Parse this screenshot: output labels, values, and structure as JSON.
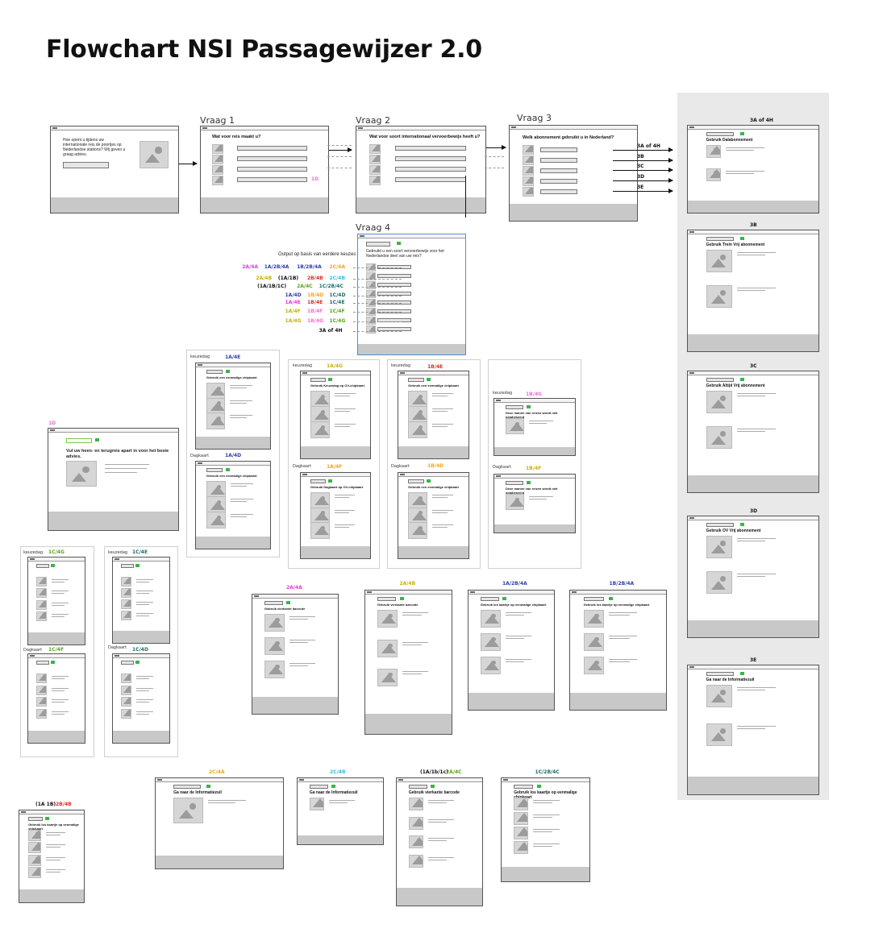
{
  "title": "Flowchart NSI Passagewijzer 2.0",
  "colors": {
    "magenta": "#e63bd8",
    "blue": "#2f3da8",
    "orange": "#f0a61a",
    "red": "#d93025",
    "green": "#5aa51b",
    "teal": "#1a6f6a",
    "cyan": "#35c1e0",
    "pink": "#f26ed6",
    "yellow": "#c9b10a",
    "black": "#111111",
    "panel": "#e9e9e9",
    "accent_green": "#39b54a"
  },
  "questions": {
    "v1": "Vraag 1",
    "v2": "Vraag 2",
    "v3": "Vraag 3",
    "v4": "Vraag 4"
  },
  "start_screen": {
    "heading": "Hoe opent u tijdens uw internationale reis de poortjes op Nederlandse stations? Wij geven u graag advies."
  },
  "vraag1": {
    "heading": "Wat voor reis maakt u?",
    "marker": "1D"
  },
  "vraag2": {
    "heading": "Wat voor soort internationaal vervoerbewijs heeft u?"
  },
  "vraag3": {
    "heading": "Welk abonnement gebruikt u in Nederland?"
  },
  "vraag3_outputs": [
    "3A of 4H",
    "3B",
    "3C",
    "3D",
    "3E"
  ],
  "vraag4": {
    "heading": "Gebruikt u een soort vervoerbewijs voor het Nederlandse deel van uw reis?",
    "outputs_title": "Output op basis van eerdere keuzes"
  },
  "vraag4_rows": [
    [
      {
        "t": "2A/4A",
        "c": "magenta"
      },
      {
        "t": "1A/2B/4A",
        "c": "blue"
      },
      {
        "t": "1B/2B/4A",
        "c": "blue"
      },
      {
        "t": "2C/4A",
        "c": "orange"
      }
    ],
    [
      {
        "t": "2A/4B",
        "c": "yellow"
      },
      {
        "t": "(1A/1B)",
        "c": "black"
      },
      {
        "t": "2B/4B",
        "c": "red"
      },
      {
        "t": "2C/4B",
        "c": "cyan"
      }
    ],
    [
      {
        "t": "(1A/1B/1C)",
        "c": "black"
      },
      {
        "t": "2A/4C",
        "c": "green"
      },
      {
        "t": "1C/2B/4C",
        "c": "teal"
      }
    ],
    [
      {
        "t": "1A/4D",
        "c": "blue"
      },
      {
        "t": "1B/4D",
        "c": "orange"
      },
      {
        "t": "1C/4D",
        "c": "teal"
      }
    ],
    [
      {
        "t": "1A/4E",
        "c": "magenta"
      },
      {
        "t": "1B/4E",
        "c": "red"
      },
      {
        "t": "1C/4E",
        "c": "teal"
      }
    ],
    [
      {
        "t": "1A/4F",
        "c": "yellow"
      },
      {
        "t": "1B/4F",
        "c": "pink"
      },
      {
        "t": "1C/4F",
        "c": "green"
      }
    ],
    [
      {
        "t": "1A/4G",
        "c": "yellow"
      },
      {
        "t": "1B/4G",
        "c": "pink"
      },
      {
        "t": "1C/4G",
        "c": "green"
      }
    ],
    [
      {
        "t": "3A of 4H",
        "c": "black"
      }
    ]
  ],
  "side_screens": [
    {
      "code": "3A of 4H",
      "heading": "Gebruik Dalabonnement"
    },
    {
      "code": "3B",
      "heading": "Gebruik Trein Vrij abonnement"
    },
    {
      "code": "3C",
      "heading": "Gebruik Altijd Vrij abonnement"
    },
    {
      "code": "3D",
      "heading": "Gebruik OV Vrij abonnement"
    },
    {
      "code": "3E",
      "heading": "Ga naar de Informatiezuil"
    }
  ],
  "screen_1d": {
    "code": "1D",
    "heading": "Vul uw heen- en terugreis apart in voor het beste advies."
  },
  "group_a": {
    "keuzedag": "keuzedag",
    "dagkaart": "Dagkaart",
    "top_code": "1A/4E",
    "bottom_code": "1A/4D",
    "top_heading": "Gebruik een eenmalige chipkaart",
    "bottom_heading": "Gebruik een eenmalige chipkaart"
  },
  "group_b": {
    "keuzedag": "keuzedag",
    "dagkaart": "Dagkaart",
    "top_code": "1A/4G",
    "bottom_code": "1A/4F",
    "top_heading": "Gebruik Keuzedag op OV-chipkaart",
    "bottom_heading": "Gebruik Dagkaart op OV-chipkaart"
  },
  "group_c": {
    "keuzedag": "keuzedag",
    "dagkaart": "Dagkaart",
    "top_code": "1B/4E",
    "bottom_code": "1B/4D",
    "top_heading": "Gebruik een eenmalige chipkaart",
    "bottom_heading": "Gebruik een eenmalige chipkaart"
  },
  "group_d": {
    "keuzedag": "keuzedag",
    "dagkaart": "Dagkaart",
    "top_code": "1B/4G",
    "bottom_code": "1B/4F",
    "top_heading": "Deze manier van reizen wordt niet geadviseerd",
    "bottom_heading": "Deze manier van reizen wordt niet geadviseerd"
  },
  "group_e": {
    "keuzedag": "keuzedag",
    "dagkaart": "Dagkaart",
    "top_code": "1C/4G",
    "bottom_code": "1C/4F"
  },
  "group_f": {
    "keuzedag": "keuzedag",
    "dagkaart": "Dagkaart",
    "top_code": "1C/4E",
    "bottom_code": "1C/4D"
  },
  "row_screens": [
    {
      "code": "2A/4A",
      "color": "magenta",
      "heading": "Gebruik vierkante barcode"
    },
    {
      "code": "2A/4B",
      "color": "yellow",
      "heading": "Gebruik vierkante barcode"
    },
    {
      "code": "1A/2B/4A",
      "color": "blue",
      "heading": "Gebruik los kaartje op eenmalige chipkaart"
    },
    {
      "code": "1B/2B/4A",
      "color": "blue",
      "heading": "Gebruik los kaartje op eenmalige chipkaart"
    }
  ],
  "bottom_screens": [
    {
      "code": "2C/4A",
      "color": "orange",
      "heading": "Ga naar de Informatiezuil"
    },
    {
      "code": "2C/4B",
      "color": "cyan",
      "heading": "Ga naar de Informatiezuil"
    },
    {
      "code_a": "(1A/1b/1c)",
      "code_b": "2A/4C",
      "color": "green",
      "heading": "Gebruik vierkante barcode"
    },
    {
      "code": "1C/2B/4C",
      "color": "teal",
      "heading": "Gebruik los kaartje op eenmalige chipkaart"
    }
  ],
  "small_screen": {
    "code_a": "(1A 1B)",
    "code_b": "2B/4B",
    "heading": "Gebruik los kaartje op eenmalige chipkaart"
  }
}
